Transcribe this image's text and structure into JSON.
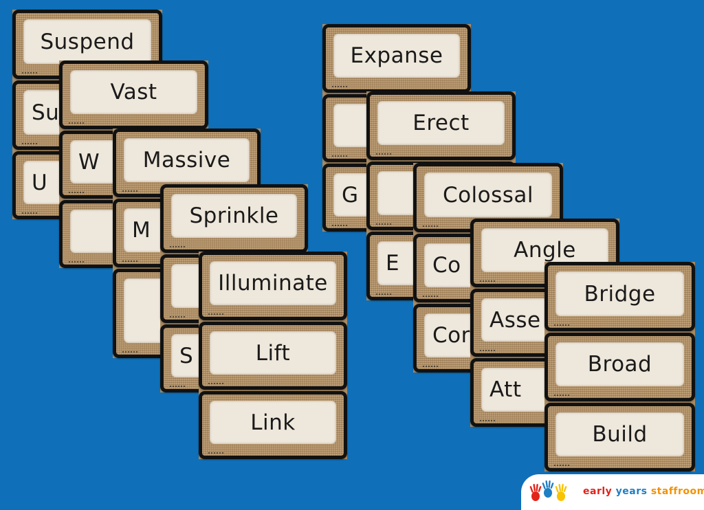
{
  "colors": {
    "background": "#0f70b9",
    "card_frame": "#b39268",
    "card_border": "#111111",
    "card_panel": "#eee7db",
    "logo_red": "#e2231a",
    "logo_orange": "#f39200",
    "logo_blue": "#1f7fc4",
    "logo_yellow": "#f8c300"
  },
  "left_group": {
    "stack1": {
      "words": [
        "Suspend",
        "Su",
        "U"
      ]
    },
    "stack2": {
      "words": [
        "Vast",
        "W",
        ""
      ]
    },
    "stack3": {
      "words": [
        "Massive",
        "M",
        ""
      ]
    },
    "stack4": {
      "words": [
        "Sprinkle",
        "",
        "S"
      ]
    },
    "stack5": {
      "words": [
        "Illuminate",
        "Lift",
        "Link"
      ]
    }
  },
  "right_group": {
    "stack1": {
      "words": [
        "Expanse",
        "",
        "G"
      ]
    },
    "stack2": {
      "words": [
        "Erect",
        "",
        "E"
      ]
    },
    "stack3": {
      "words": [
        "Colossal",
        "Co",
        "Cor"
      ]
    },
    "stack4": {
      "words": [
        "Angle",
        "Asse",
        "Att"
      ]
    },
    "stack5": {
      "words": [
        "Bridge",
        "Broad",
        "Build"
      ]
    }
  },
  "logo": {
    "name": "early years staffroom",
    "words": [
      "early",
      "years",
      "staffroom"
    ],
    "word_colors": [
      "#e2231a",
      "#1f7fc4",
      "#f39200"
    ],
    "icon": "handprints-icon"
  }
}
